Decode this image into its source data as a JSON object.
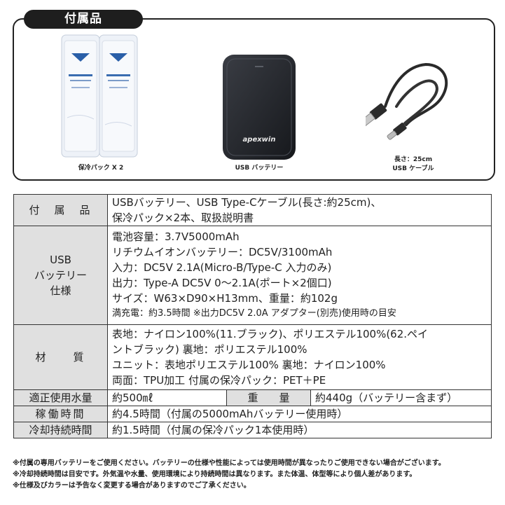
{
  "accessories": {
    "title": "付属品",
    "items": [
      {
        "caption": "保冷パック X 2"
      },
      {
        "caption": "USB バッテリー",
        "brand": "apexwin"
      },
      {
        "caption_line1": "長さ：25cm",
        "caption_line2": "USB ケーブル"
      }
    ]
  },
  "spec_table": {
    "rows": [
      {
        "label": "付　属　品",
        "lines": [
          "USBバッテリー、USB Type-Cケーブル(長さ:約25cm)、",
          "保冷パック×2本、取扱説明書"
        ]
      },
      {
        "label_lines": [
          "USB",
          "バッテリー",
          "仕様"
        ],
        "lines": [
          "電池容量：3.7V5000mAh",
          "リチウムイオンバッテリー：DC5V/3100mAh",
          "入力：DC5V 2.1A(Micro-B/Type-C 入力のみ)",
          "出力：Type-A DC5V 0〜2.1A(ポート×2個口)",
          "サイズ：W63×D90×H13mm、重量：約102g",
          "満充電：約3.5時間 ※出力DC5V 2.0A アダプター(別売)使用時の目安"
        ]
      },
      {
        "label": "材　　質",
        "lines": [
          "表地：ナイロン100%(11.ブラック)、ポリエステル100%(62.ペイ",
          "ントブラック) 裏地：ポリエステル100%",
          "ユニット：表地ポリエステル100% 裏地：ナイロン100%",
          "両面：TPU加工 付属の保冷パック：PET＋PE"
        ]
      },
      {
        "label": "適正使用水量",
        "value": "約500㎖",
        "label2": "重　　量",
        "value2": "約440g（バッテリー含まず）"
      },
      {
        "label": "稼働時間",
        "value": "約4.5時間（付属の5000mAhバッテリー使用時）"
      },
      {
        "label": "冷却持続時間",
        "value": "約1.5時間（付属の保冷パック1本使用時）"
      }
    ]
  },
  "notes": [
    "※付属の専用バッテリーをご使用ください。バッテリーの仕様や性能によっては使用時間が異なったりご使用できない場合がございます。",
    "※冷却持続時間は目安です。外気温や水量、使用環境により持続時間は異なります。また体温、体型等により個人差があります。",
    "※仕様及びカラーは予告なく変更する場合がありますのでご了承ください。"
  ]
}
